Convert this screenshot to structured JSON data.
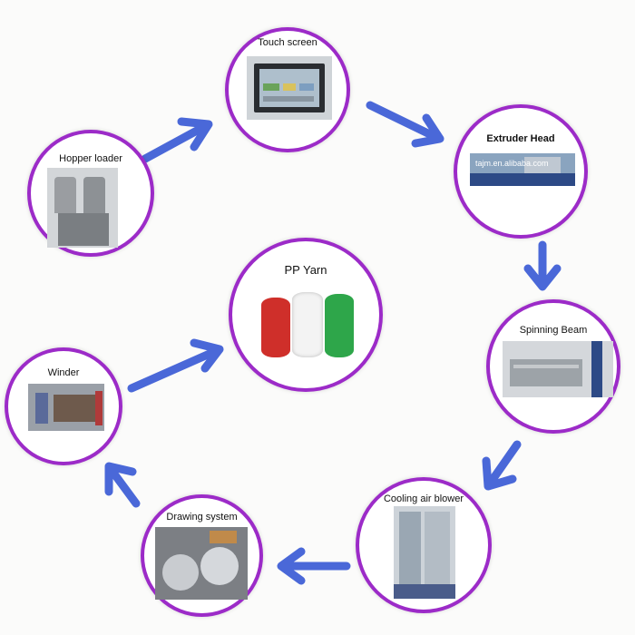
{
  "nodes": {
    "touch_screen": {
      "label": "Touch screen"
    },
    "extruder_head": {
      "label": "Extruder Head",
      "watermark": "tajm.en.alibaba.com"
    },
    "spinning_beam": {
      "label": "Spinning Beam"
    },
    "cooling_air_blower": {
      "label": "Cooling air blower"
    },
    "drawing_system": {
      "label": "Drawing system"
    },
    "winder": {
      "label": "Winder"
    },
    "hopper_loader": {
      "label": "Hopper loader"
    },
    "pp_yarn": {
      "label": "PP Yarn"
    }
  },
  "colors": {
    "ring": "#9c2bc8",
    "arrow": "#4a68d8"
  }
}
